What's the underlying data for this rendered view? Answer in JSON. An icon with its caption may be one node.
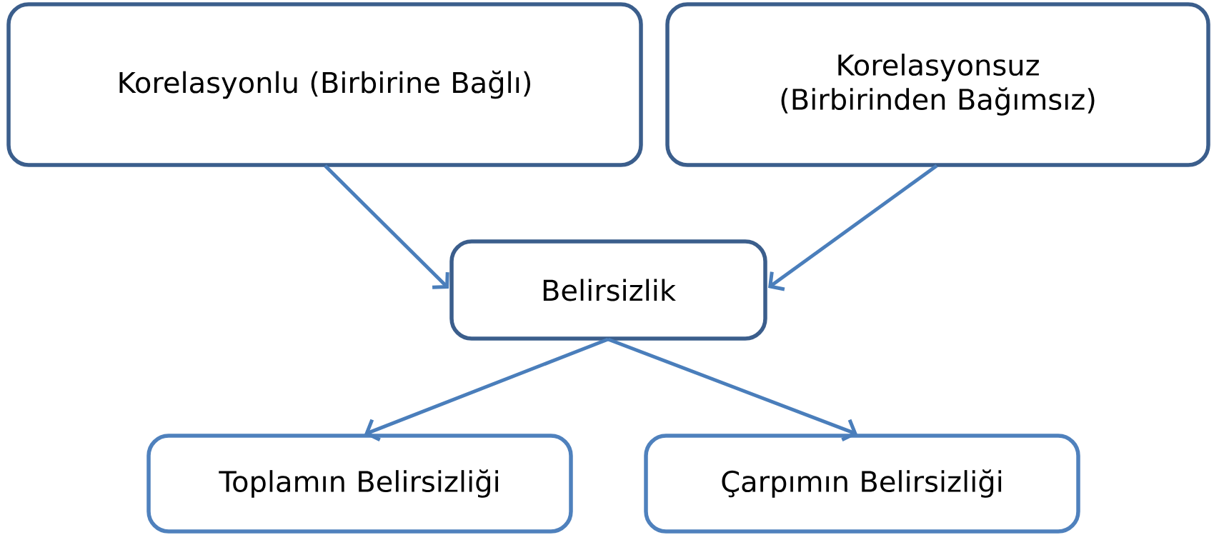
{
  "diagram": {
    "nodes": [
      {
        "text": [
          "Korelasyonlu (Birbirine Bağlı)"
        ]
      },
      {
        "text": [
          "Korelasyonsuz (Birbirinden Bağımsız)"
        ]
      },
      {
        "text": [
          "Belirsizlik"
        ]
      },
      {
        "text": [
          "Toplamın Belirsizliği"
        ]
      },
      {
        "text": [
          "Çarpımın Belirsizliği"
        ]
      }
    ],
    "edges": [
      {
        "from": 0,
        "to": 2,
        "arrow": "to"
      },
      {
        "from": 1,
        "to": 2,
        "arrow": "to"
      },
      {
        "from": 2,
        "to": 3,
        "arrow": "to"
      },
      {
        "from": 2,
        "to": 4,
        "arrow": "to"
      }
    ]
  }
}
